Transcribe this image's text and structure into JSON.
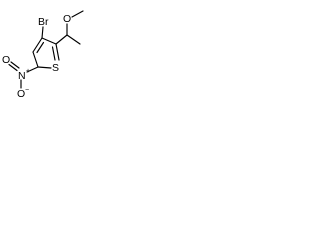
{
  "structure": {
    "atoms": {
      "bromine": "Br",
      "ether_oxygen": "O",
      "sulfur": "S",
      "nitro_nitrogen": "N",
      "nitro_oxygen_top": "O",
      "nitro_oxygen_bottom": "O",
      "nitrogen_charge": "+",
      "oxygen_charge": "−"
    }
  }
}
